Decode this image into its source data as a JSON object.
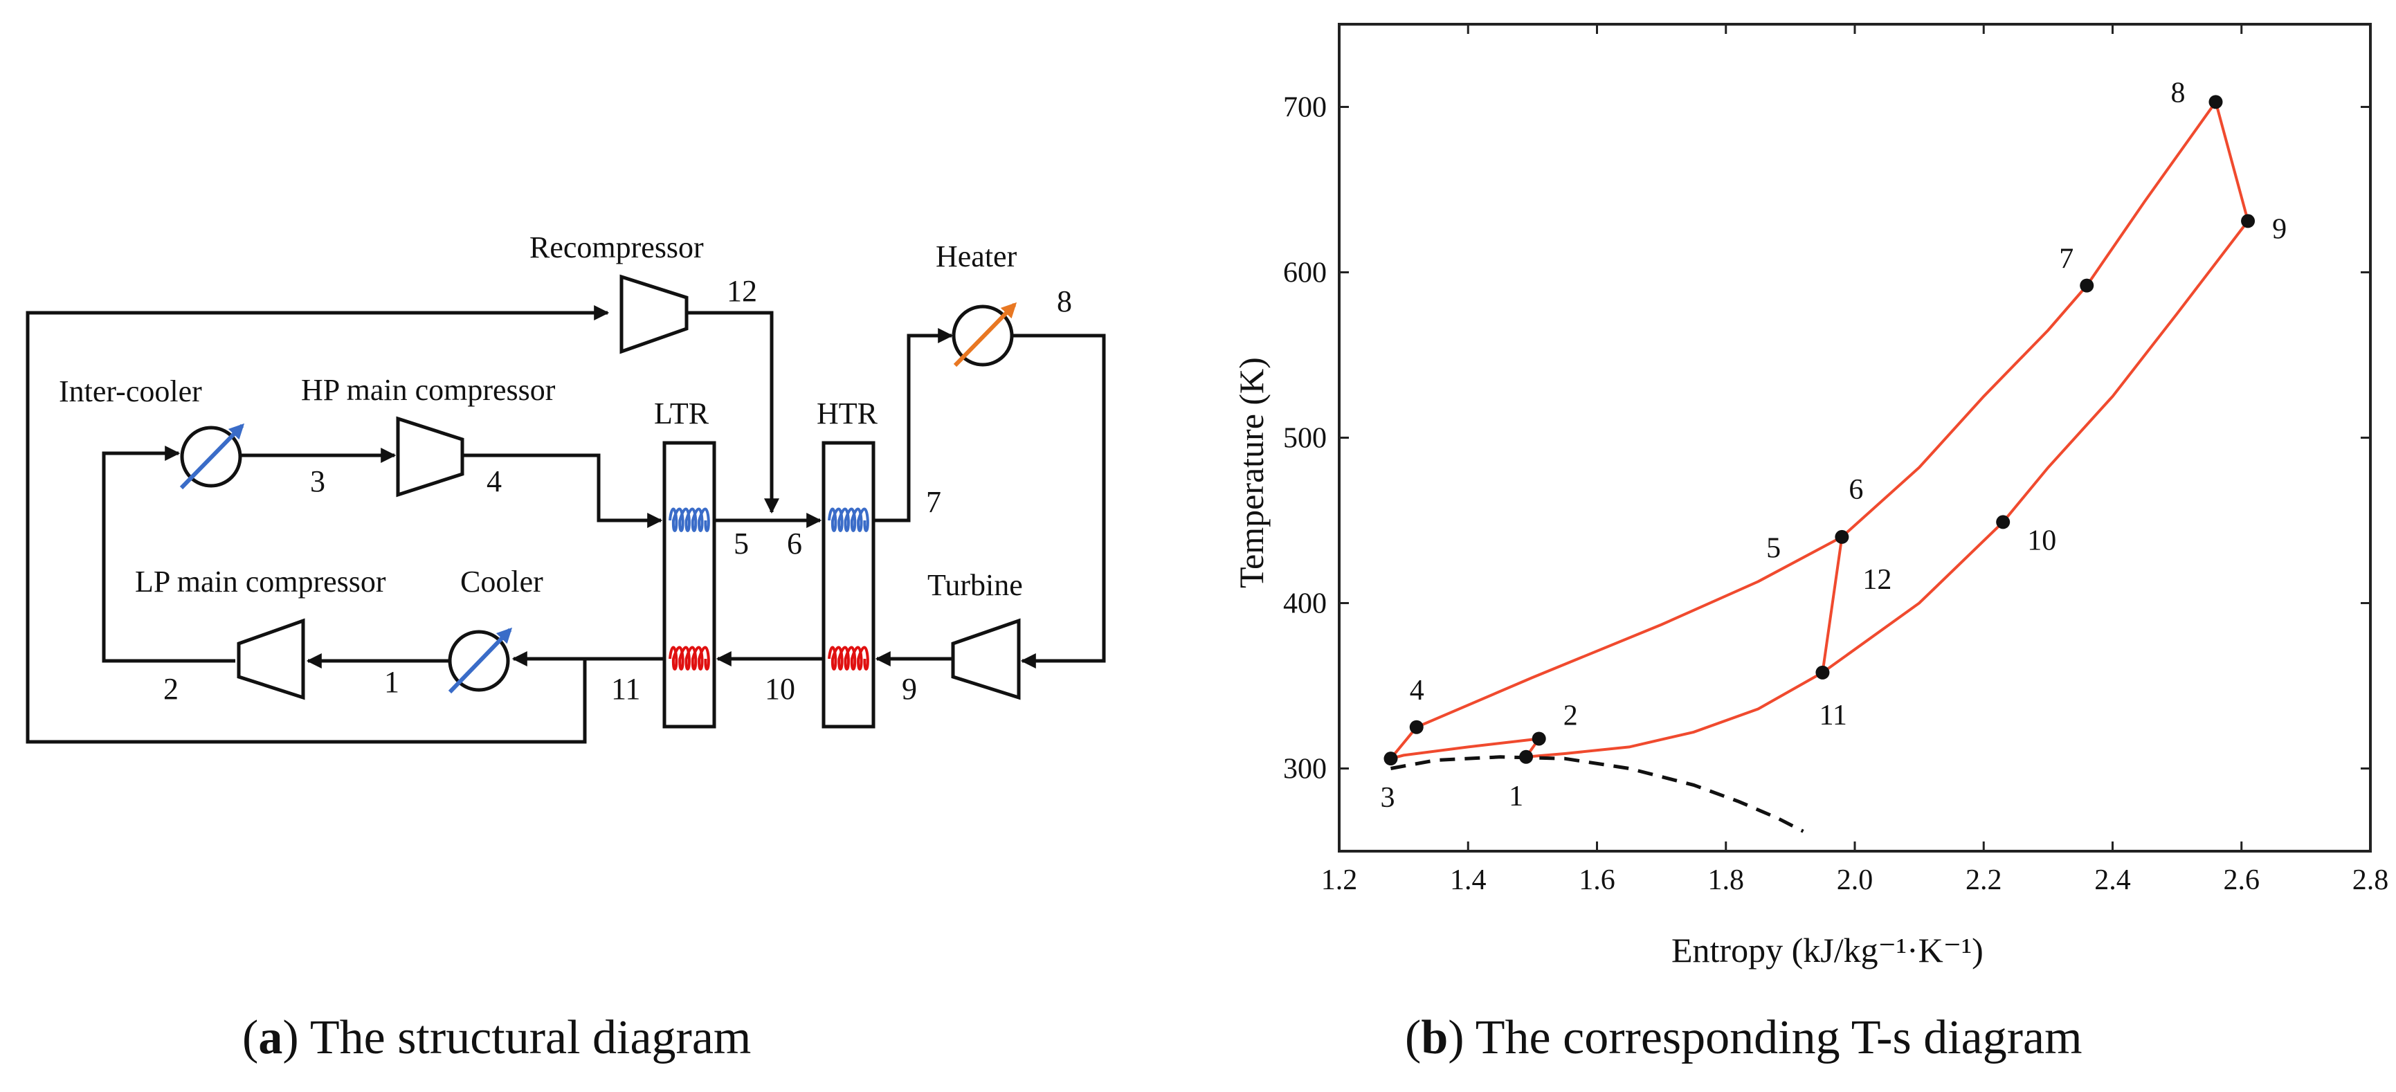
{
  "colors": {
    "line": "#111111",
    "coil_cold": "#3a6cc8",
    "coil_hot": "#e01010",
    "cooler_arrow": "#3a6cc8",
    "heater_arrow": "#e87722",
    "cycle_curve": "#f04a2e",
    "dome": "#111111"
  },
  "panel_a": {
    "caption_letter": "a",
    "caption_text": " The structural diagram",
    "components": {
      "recompressor": "Recompressor",
      "heater": "Heater",
      "inter_cooler": "Inter-cooler",
      "hp_main_compressor": "HP main compressor",
      "lp_main_compressor": "LP main compressor",
      "cooler": "Cooler",
      "turbine": "Turbine",
      "ltr": "LTR",
      "htr": "HTR"
    },
    "state_labels": [
      "1",
      "2",
      "3",
      "4",
      "5",
      "6",
      "7",
      "8",
      "9",
      "10",
      "11",
      "12"
    ],
    "icons": {
      "compressor": "compressor-icon",
      "turbine": "turbine-icon",
      "heat_exchanger": "heat-exchanger-icon",
      "coil": "coil-icon"
    }
  },
  "panel_b": {
    "caption_letter": "b",
    "caption_text": " The corresponding T-s diagram"
  },
  "chart_data": {
    "type": "line",
    "xlabel": "Entropy (kJ/kg⁻¹·K⁻¹)",
    "ylabel": "Temperature (K)",
    "xlim": [
      1.2,
      2.8
    ],
    "ylim": [
      250,
      750
    ],
    "x_ticks": [
      "1.2",
      "1.4",
      "1.6",
      "1.8",
      "2.0",
      "2.2",
      "2.4",
      "2.6",
      "2.8"
    ],
    "y_ticks": [
      "300",
      "400",
      "500",
      "600",
      "700"
    ],
    "grid": false,
    "points": [
      {
        "label": "1",
        "s": 1.49,
        "T": 307
      },
      {
        "label": "2",
        "s": 1.51,
        "T": 318
      },
      {
        "label": "3",
        "s": 1.28,
        "T": 306
      },
      {
        "label": "4",
        "s": 1.32,
        "T": 325
      },
      {
        "label": "5",
        "s": 1.97,
        "T": 438
      },
      {
        "label": "6",
        "s": 1.98,
        "T": 440
      },
      {
        "label": "7",
        "s": 2.36,
        "T": 592
      },
      {
        "label": "8",
        "s": 2.56,
        "T": 703
      },
      {
        "label": "9",
        "s": 2.61,
        "T": 631
      },
      {
        "label": "10",
        "s": 2.23,
        "T": 449
      },
      {
        "label": "11",
        "s": 1.95,
        "T": 358
      },
      {
        "label": "12",
        "s": 1.98,
        "T": 440
      }
    ],
    "markers": [
      "1",
      "2",
      "3",
      "4",
      "6",
      "7",
      "8",
      "9",
      "10",
      "11"
    ],
    "cycle_segments": [
      {
        "name": "",
        "points": [
          [
            1.28,
            306
          ],
          [
            1.32,
            325
          ],
          [
            1.5,
            355
          ],
          [
            1.7,
            387
          ],
          [
            1.85,
            413
          ],
          [
            1.98,
            440
          ]
        ]
      },
      {
        "name": "",
        "points": [
          [
            1.98,
            440
          ],
          [
            2.1,
            482
          ],
          [
            2.2,
            525
          ],
          [
            2.3,
            565
          ],
          [
            2.36,
            592
          ],
          [
            2.45,
            643
          ],
          [
            2.56,
            703
          ]
        ]
      },
      {
        "name": "",
        "points": [
          [
            2.56,
            703
          ],
          [
            2.61,
            631
          ]
        ]
      },
      {
        "name": "",
        "points": [
          [
            2.61,
            631
          ],
          [
            2.5,
            575
          ],
          [
            2.4,
            525
          ],
          [
            2.3,
            482
          ],
          [
            2.23,
            449
          ],
          [
            2.1,
            400
          ],
          [
            1.95,
            358
          ]
        ]
      },
      {
        "name": "",
        "points": [
          [
            1.95,
            358
          ],
          [
            1.98,
            440
          ]
        ]
      },
      {
        "name": "",
        "points": [
          [
            1.95,
            358
          ],
          [
            1.85,
            336
          ],
          [
            1.75,
            322
          ],
          [
            1.65,
            313
          ],
          [
            1.55,
            309
          ],
          [
            1.49,
            307
          ]
        ]
      },
      {
        "name": "",
        "points": [
          [
            1.49,
            307
          ],
          [
            1.51,
            318
          ]
        ]
      },
      {
        "name": "",
        "points": [
          [
            1.51,
            318
          ],
          [
            1.4,
            313
          ],
          [
            1.3,
            308
          ],
          [
            1.28,
            306
          ]
        ]
      }
    ],
    "dome": [
      [
        1.28,
        300
      ],
      [
        1.35,
        305
      ],
      [
        1.45,
        307
      ],
      [
        1.55,
        306
      ],
      [
        1.65,
        300
      ],
      [
        1.75,
        290
      ],
      [
        1.82,
        280
      ],
      [
        1.88,
        270
      ],
      [
        1.92,
        262
      ]
    ]
  }
}
